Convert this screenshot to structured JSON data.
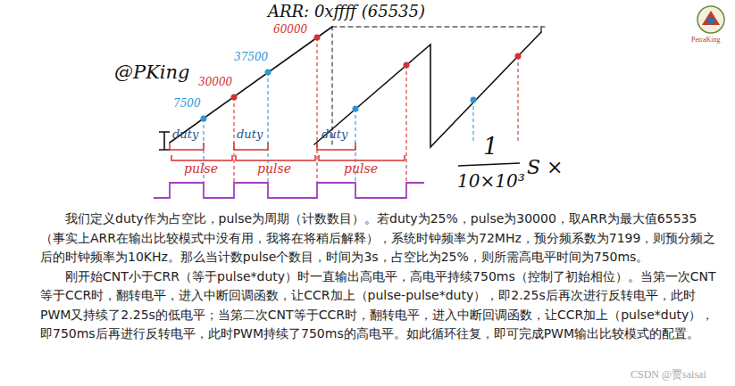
{
  "diagram": {
    "labels": [
      "ARR: 0xffff (65535)",
      "60000",
      "37500",
      "30000",
      "7500",
      "@PKing",
      "duty",
      "duty",
      "duty",
      "pulse",
      "pulse",
      "pulse",
      "1",
      "10×10³",
      "S ×",
      "PetraKing",
      "我们定义duty作为占空比，pulse为周期（计数数目）。若duty为25%，pulse为30000，取ARR为最大值65535（事实上ARR在输出比较模式中没有用，我将在将稍后解释），系统时钟频率为72MHz，预分频系数为7199，则预分频之后的时钟频率为10KHz。那么当计数pulse个数目，时间为3s，占空比为25%，则所需高电平时间为750ms。",
      "刚开始CNT小于CRR（等于pulse*duty）时一直输出高电平，高电平持续750ms（控制了初始相位）。当第一次CNT等于CCR时，翻转电平，进入中断回调函数，让CCR加上（pulse-pulse*duty），即2.25s后再次进行反转电平，此时PWM又持续了2.25s的低电平；当第二次CNT等于CCR时，翻转电平，进入中断回调函数，让CCR加上（pulse*duty），即750ms后再进行反转电平，此时PWM持续了750ms的高电平。如此循环往复，即可完成PWM输出比较模式的配置。",
      "CSDN @贾saisai"
    ]
  }
}
